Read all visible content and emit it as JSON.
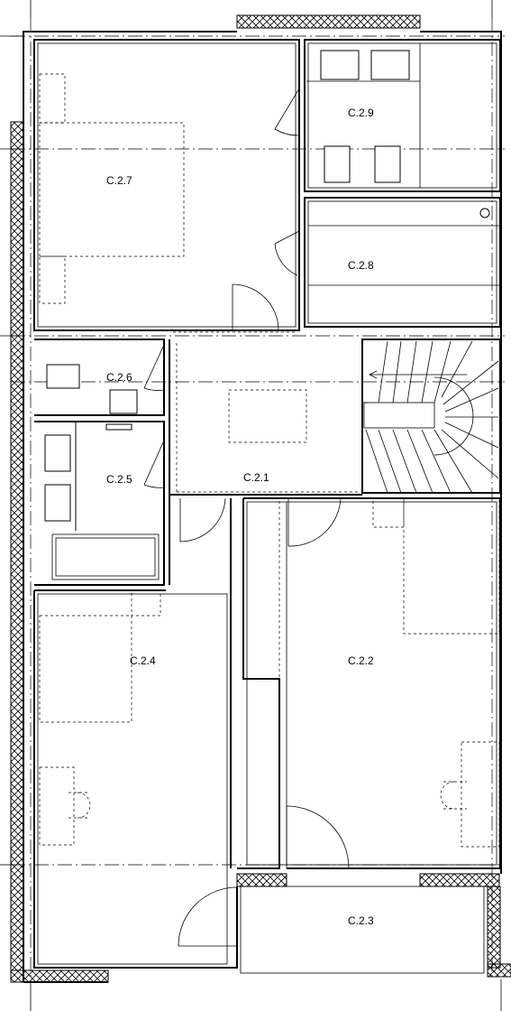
{
  "plan": {
    "colors": {
      "line": "#000000",
      "background": "#ffffff",
      "hatch": "#000000"
    },
    "rooms": [
      {
        "id": "c27",
        "label": "C.2.7"
      },
      {
        "id": "c29",
        "label": "C.2.9"
      },
      {
        "id": "c28",
        "label": "C.2.8"
      },
      {
        "id": "c26",
        "label": "C.2.6"
      },
      {
        "id": "c25",
        "label": "C.2.5"
      },
      {
        "id": "c21",
        "label": "C.2.1"
      },
      {
        "id": "c24",
        "label": "C.2.4"
      },
      {
        "id": "c22",
        "label": "C.2.2"
      },
      {
        "id": "c23",
        "label": "C.2.3"
      }
    ]
  }
}
